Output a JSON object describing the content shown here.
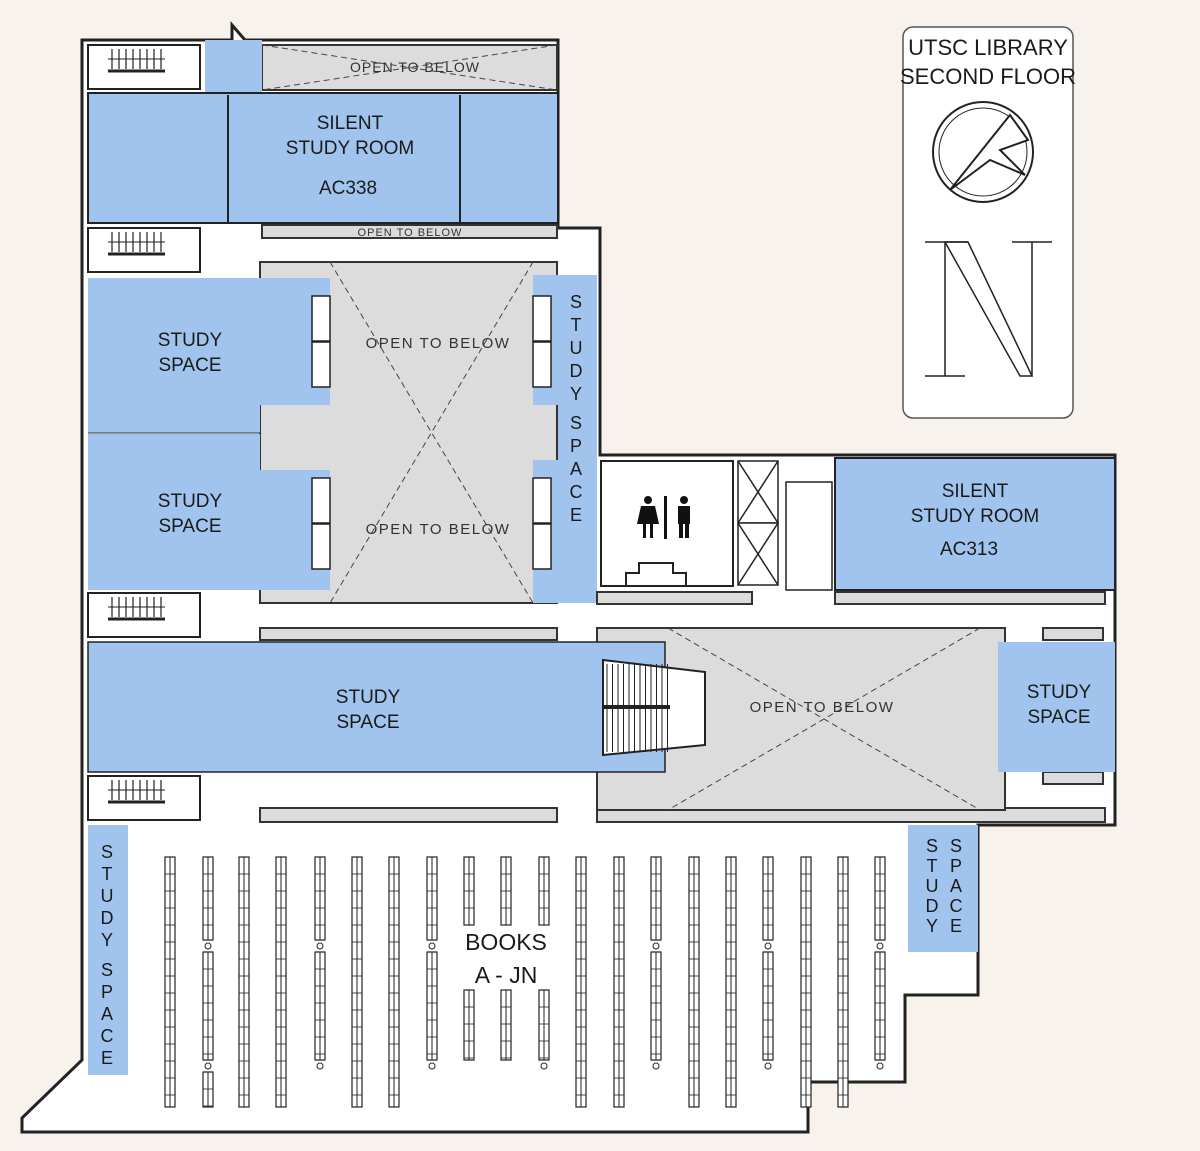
{
  "map": {
    "title_line1": "UTSC LIBRARY",
    "title_line2": "SECOND FLOOR",
    "north_label": "N",
    "colors": {
      "study": "#a0c4ee",
      "open": "#dcdcdc",
      "background": "#f7f2eb"
    }
  },
  "rooms": {
    "silent_ac338": {
      "line1": "SILENT",
      "line2": "STUDY ROOM",
      "code": "AC338"
    },
    "silent_ac313": {
      "line1": "SILENT",
      "line2": "STUDY ROOM",
      "code": "AC313"
    },
    "study_1": {
      "line1": "STUDY",
      "line2": "SPACE"
    },
    "study_2": {
      "line1": "STUDY",
      "line2": "SPACE"
    },
    "study_3": {
      "line1": "STUDY",
      "line2": "SPACE"
    },
    "study_4": {
      "line1": "STUDY",
      "line2": "SPACE"
    },
    "study_vert_center": {
      "word1": "STUDY",
      "word2": "SPACE"
    },
    "study_vert_left": {
      "word1": "STUDY",
      "word2": "SPACE"
    },
    "study_vert_right": {
      "word1": "STUDY",
      "word2": "SPACE"
    },
    "books": {
      "line1": "BOOKS",
      "line2": "A - JN"
    }
  },
  "open_areas": {
    "top": "OPEN TO BELOW",
    "strip": "OPEN TO BELOW",
    "atrium_upper": "OPEN TO BELOW",
    "atrium_lower": "OPEN TO BELOW",
    "atrium_east": "OPEN TO BELOW"
  }
}
